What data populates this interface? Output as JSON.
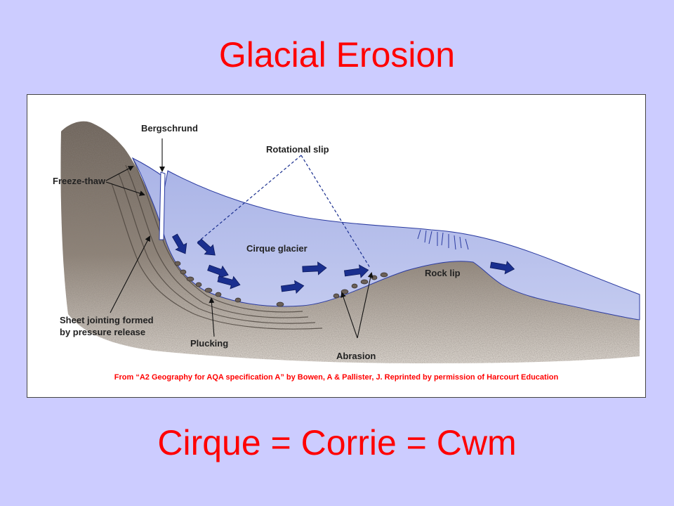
{
  "title": "Glacial Erosion",
  "subtitle": "Cirque = Corrie = Cwm",
  "diagram": {
    "labels": {
      "bergschrund": "Bergschrund",
      "rotational_slip": "Rotational slip",
      "freeze_thaw": "Freeze-thaw",
      "cirque_glacier": "Cirque glacier",
      "rock_lip": "Rock lip",
      "sheet_jointing_line1": "Sheet jointing formed",
      "sheet_jointing_line2": "by pressure release",
      "plucking": "Plucking",
      "abrasion": "Abrasion"
    },
    "credit": "From “A2 Geography for AQA specification A” by Bowen, A & Pallister, J. Reprinted by permission of Harcourt Education",
    "colors": {
      "ice": "#b4bde9",
      "rock": "#8a7e74",
      "arrows": "#1a2f8f",
      "title_text": "#ff0000",
      "background": "#ccccff"
    }
  }
}
